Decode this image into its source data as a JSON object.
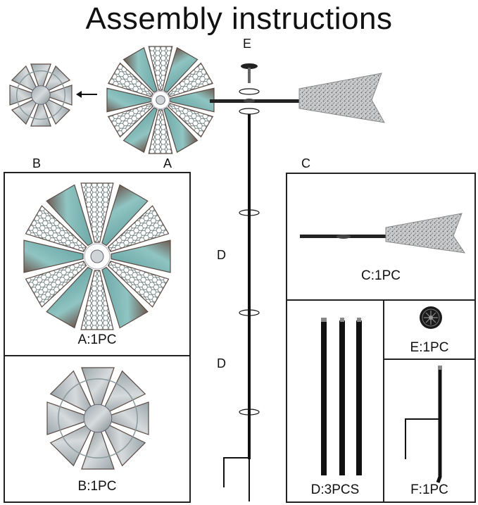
{
  "title": "Assembly instructions",
  "labels": {
    "a": "A",
    "b": "B",
    "c": "C",
    "d1": "D",
    "d2": "D",
    "e": "E"
  },
  "captions": {
    "a": "A:1PC",
    "b": "B:1PC",
    "c": "C:1PC",
    "d": "D:3PCS",
    "e": "E:1PC",
    "f": "F:1PC"
  },
  "colors": {
    "teal": "#7fb9b9",
    "brown": "#6d5a52",
    "silver": "#b9bec2",
    "pole": "#111111",
    "border": "#222222"
  }
}
